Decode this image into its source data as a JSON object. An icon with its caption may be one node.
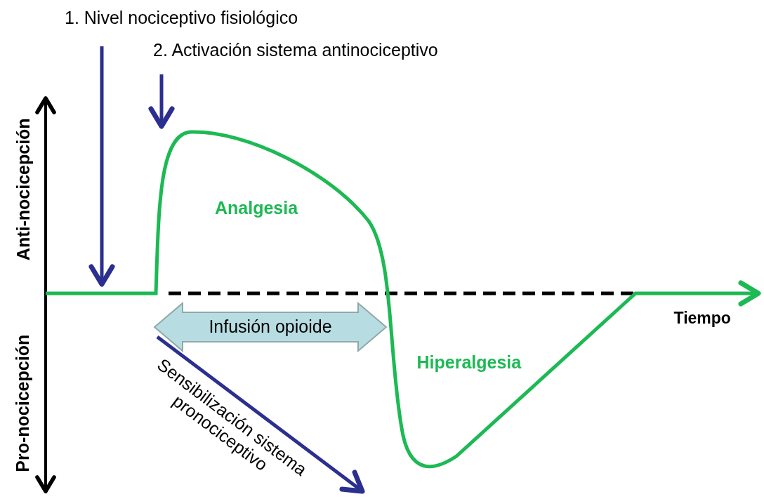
{
  "diagram": {
    "nodes": [
      {
        "text": [
          "1. Nivel nociceptivo fisiológico"
        ]
      },
      {
        "text": [
          "2. Activación sistema antinociceptivo"
        ]
      },
      {
        "text": [
          "Infusión opioide"
        ]
      }
    ],
    "edges": [
      {
        "from": 0,
        "to": null,
        "arrow": "to"
      },
      {
        "from": 1,
        "to": null,
        "arrow": "to"
      }
    ],
    "labels": [
      "Anti-nocicepción",
      "Analgesia",
      "Tiempo",
      "Pro-nocicepción",
      "Hiperalgesia",
      "Sensibilización sistema pronociceptivo"
    ]
  }
}
